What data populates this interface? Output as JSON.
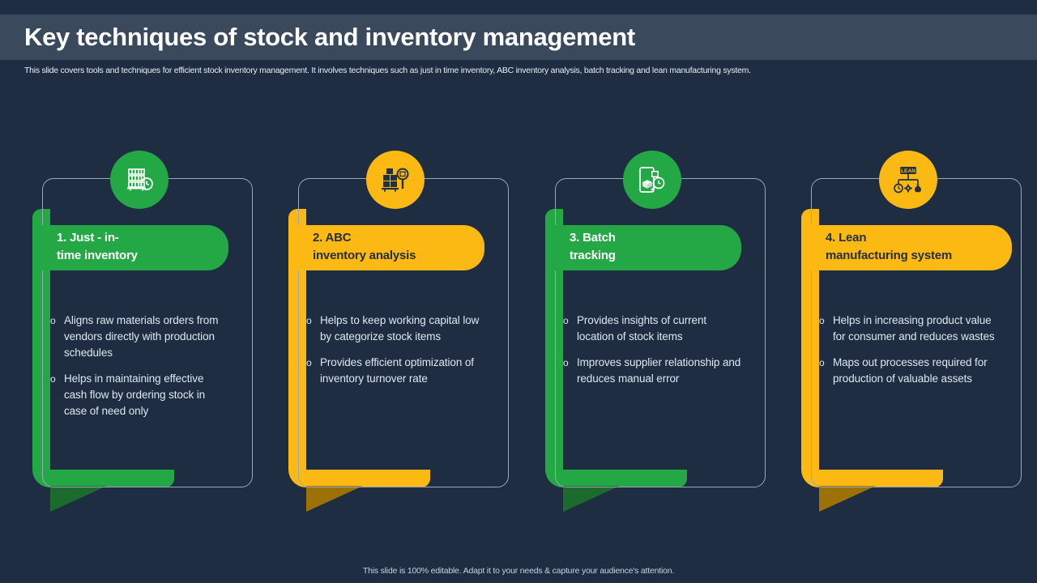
{
  "header": {
    "title": "Key techniques of stock and inventory management",
    "subtitle": "This slide covers tools and techniques for efficient stock inventory management. It involves techniques such as just in time inventory, ABC inventory analysis, batch tracking and lean manufacturing system."
  },
  "colors": {
    "background": "#1e2d42",
    "header_bar": "#3a4a5c",
    "green": "#24a845",
    "green_dark": "#1b6b2c",
    "amber": "#fdb913",
    "amber_dark": "#9c7106",
    "panel_outline": "#9aa8b8",
    "body_text": "#dfe7ef"
  },
  "cards": [
    {
      "number": "1.",
      "title": "1.  Just - in-\ntime inventory",
      "accent": "#24a845",
      "accent_dark": "#1b6b2c",
      "banner_text_color": "#ffffff",
      "icon": "shelf-rack-clock-icon",
      "bullets": [
        "Aligns raw materials orders from vendors directly with production schedules",
        "Helps in maintaining effective cash flow by ordering stock in case of need only"
      ]
    },
    {
      "number": "2.",
      "title": "2. ABC\ninventory analysis",
      "accent": "#fdb913",
      "accent_dark": "#9c7106",
      "banner_text_color": "#23313f",
      "icon": "boxes-magnifier-icon",
      "bullets": [
        "Helps to keep working capital low by categorize stock items",
        "Provides efficient optimization of inventory turnover rate"
      ]
    },
    {
      "number": "3.",
      "title": "3. Batch\ntracking",
      "accent": "#24a845",
      "accent_dark": "#1b6b2c",
      "banner_text_color": "#ffffff",
      "icon": "device-tracking-icon",
      "bullets": [
        "Provides insights of current location of stock items",
        "Improves supplier relationship and reduces manual error"
      ]
    },
    {
      "number": "4.",
      "title": "4. Lean\nmanufacturing system",
      "accent": "#fdb913",
      "accent_dark": "#9c7106",
      "banner_text_color": "#23313f",
      "icon": "lean-diagram-icon",
      "label": "LEAN",
      "bullets": [
        "Helps in increasing product value for consumer and reduces wastes",
        "Maps out processes required for production of valuable assets"
      ]
    }
  ],
  "bullet_marker": "o",
  "footer": {
    "note": "This slide is 100% editable. Adapt it to your needs & capture your audience's attention."
  }
}
